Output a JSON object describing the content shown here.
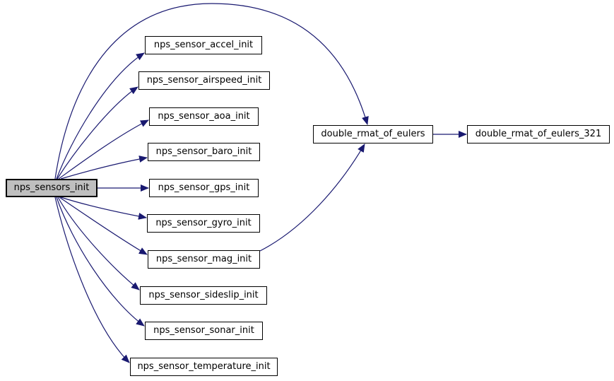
{
  "diagram": {
    "type": "call-graph",
    "nodes": [
      {
        "id": "nps_sensors_init",
        "label": "nps_sensors_init",
        "highlighted": true
      },
      {
        "id": "nps_sensor_accel_init",
        "label": "nps_sensor_accel_init",
        "highlighted": false
      },
      {
        "id": "nps_sensor_airspeed_init",
        "label": "nps_sensor_airspeed_init",
        "highlighted": false
      },
      {
        "id": "nps_sensor_aoa_init",
        "label": "nps_sensor_aoa_init",
        "highlighted": false
      },
      {
        "id": "nps_sensor_baro_init",
        "label": "nps_sensor_baro_init",
        "highlighted": false
      },
      {
        "id": "nps_sensor_gps_init",
        "label": "nps_sensor_gps_init",
        "highlighted": false
      },
      {
        "id": "nps_sensor_gyro_init",
        "label": "nps_sensor_gyro_init",
        "highlighted": false
      },
      {
        "id": "nps_sensor_mag_init",
        "label": "nps_sensor_mag_init",
        "highlighted": false
      },
      {
        "id": "nps_sensor_sideslip_init",
        "label": "nps_sensor_sideslip_init",
        "highlighted": false
      },
      {
        "id": "nps_sensor_sonar_init",
        "label": "nps_sensor_sonar_init",
        "highlighted": false
      },
      {
        "id": "nps_sensor_temperature_init",
        "label": "nps_sensor_temperature_init",
        "highlighted": false
      },
      {
        "id": "double_rmat_of_eulers",
        "label": "double_rmat_of_eulers",
        "highlighted": false
      },
      {
        "id": "double_rmat_of_eulers_321",
        "label": "double_rmat_of_eulers_321",
        "highlighted": false
      }
    ],
    "edges": [
      {
        "from": "nps_sensors_init",
        "to": "nps_sensor_accel_init"
      },
      {
        "from": "nps_sensors_init",
        "to": "nps_sensor_airspeed_init"
      },
      {
        "from": "nps_sensors_init",
        "to": "nps_sensor_aoa_init"
      },
      {
        "from": "nps_sensors_init",
        "to": "nps_sensor_baro_init"
      },
      {
        "from": "nps_sensors_init",
        "to": "nps_sensor_gps_init"
      },
      {
        "from": "nps_sensors_init",
        "to": "nps_sensor_gyro_init"
      },
      {
        "from": "nps_sensors_init",
        "to": "nps_sensor_mag_init"
      },
      {
        "from": "nps_sensors_init",
        "to": "nps_sensor_sideslip_init"
      },
      {
        "from": "nps_sensors_init",
        "to": "nps_sensor_sonar_init"
      },
      {
        "from": "nps_sensors_init",
        "to": "nps_sensor_temperature_init"
      },
      {
        "from": "nps_sensors_init",
        "to": "double_rmat_of_eulers"
      },
      {
        "from": "nps_sensor_mag_init",
        "to": "double_rmat_of_eulers"
      },
      {
        "from": "double_rmat_of_eulers",
        "to": "double_rmat_of_eulers_321"
      }
    ]
  },
  "colors": {
    "edge": "#191970",
    "node_border": "#000000",
    "node_fill": "#ffffff",
    "highlight_fill": "#bfbfbf",
    "background": "#ffffff",
    "text": "#000000"
  }
}
